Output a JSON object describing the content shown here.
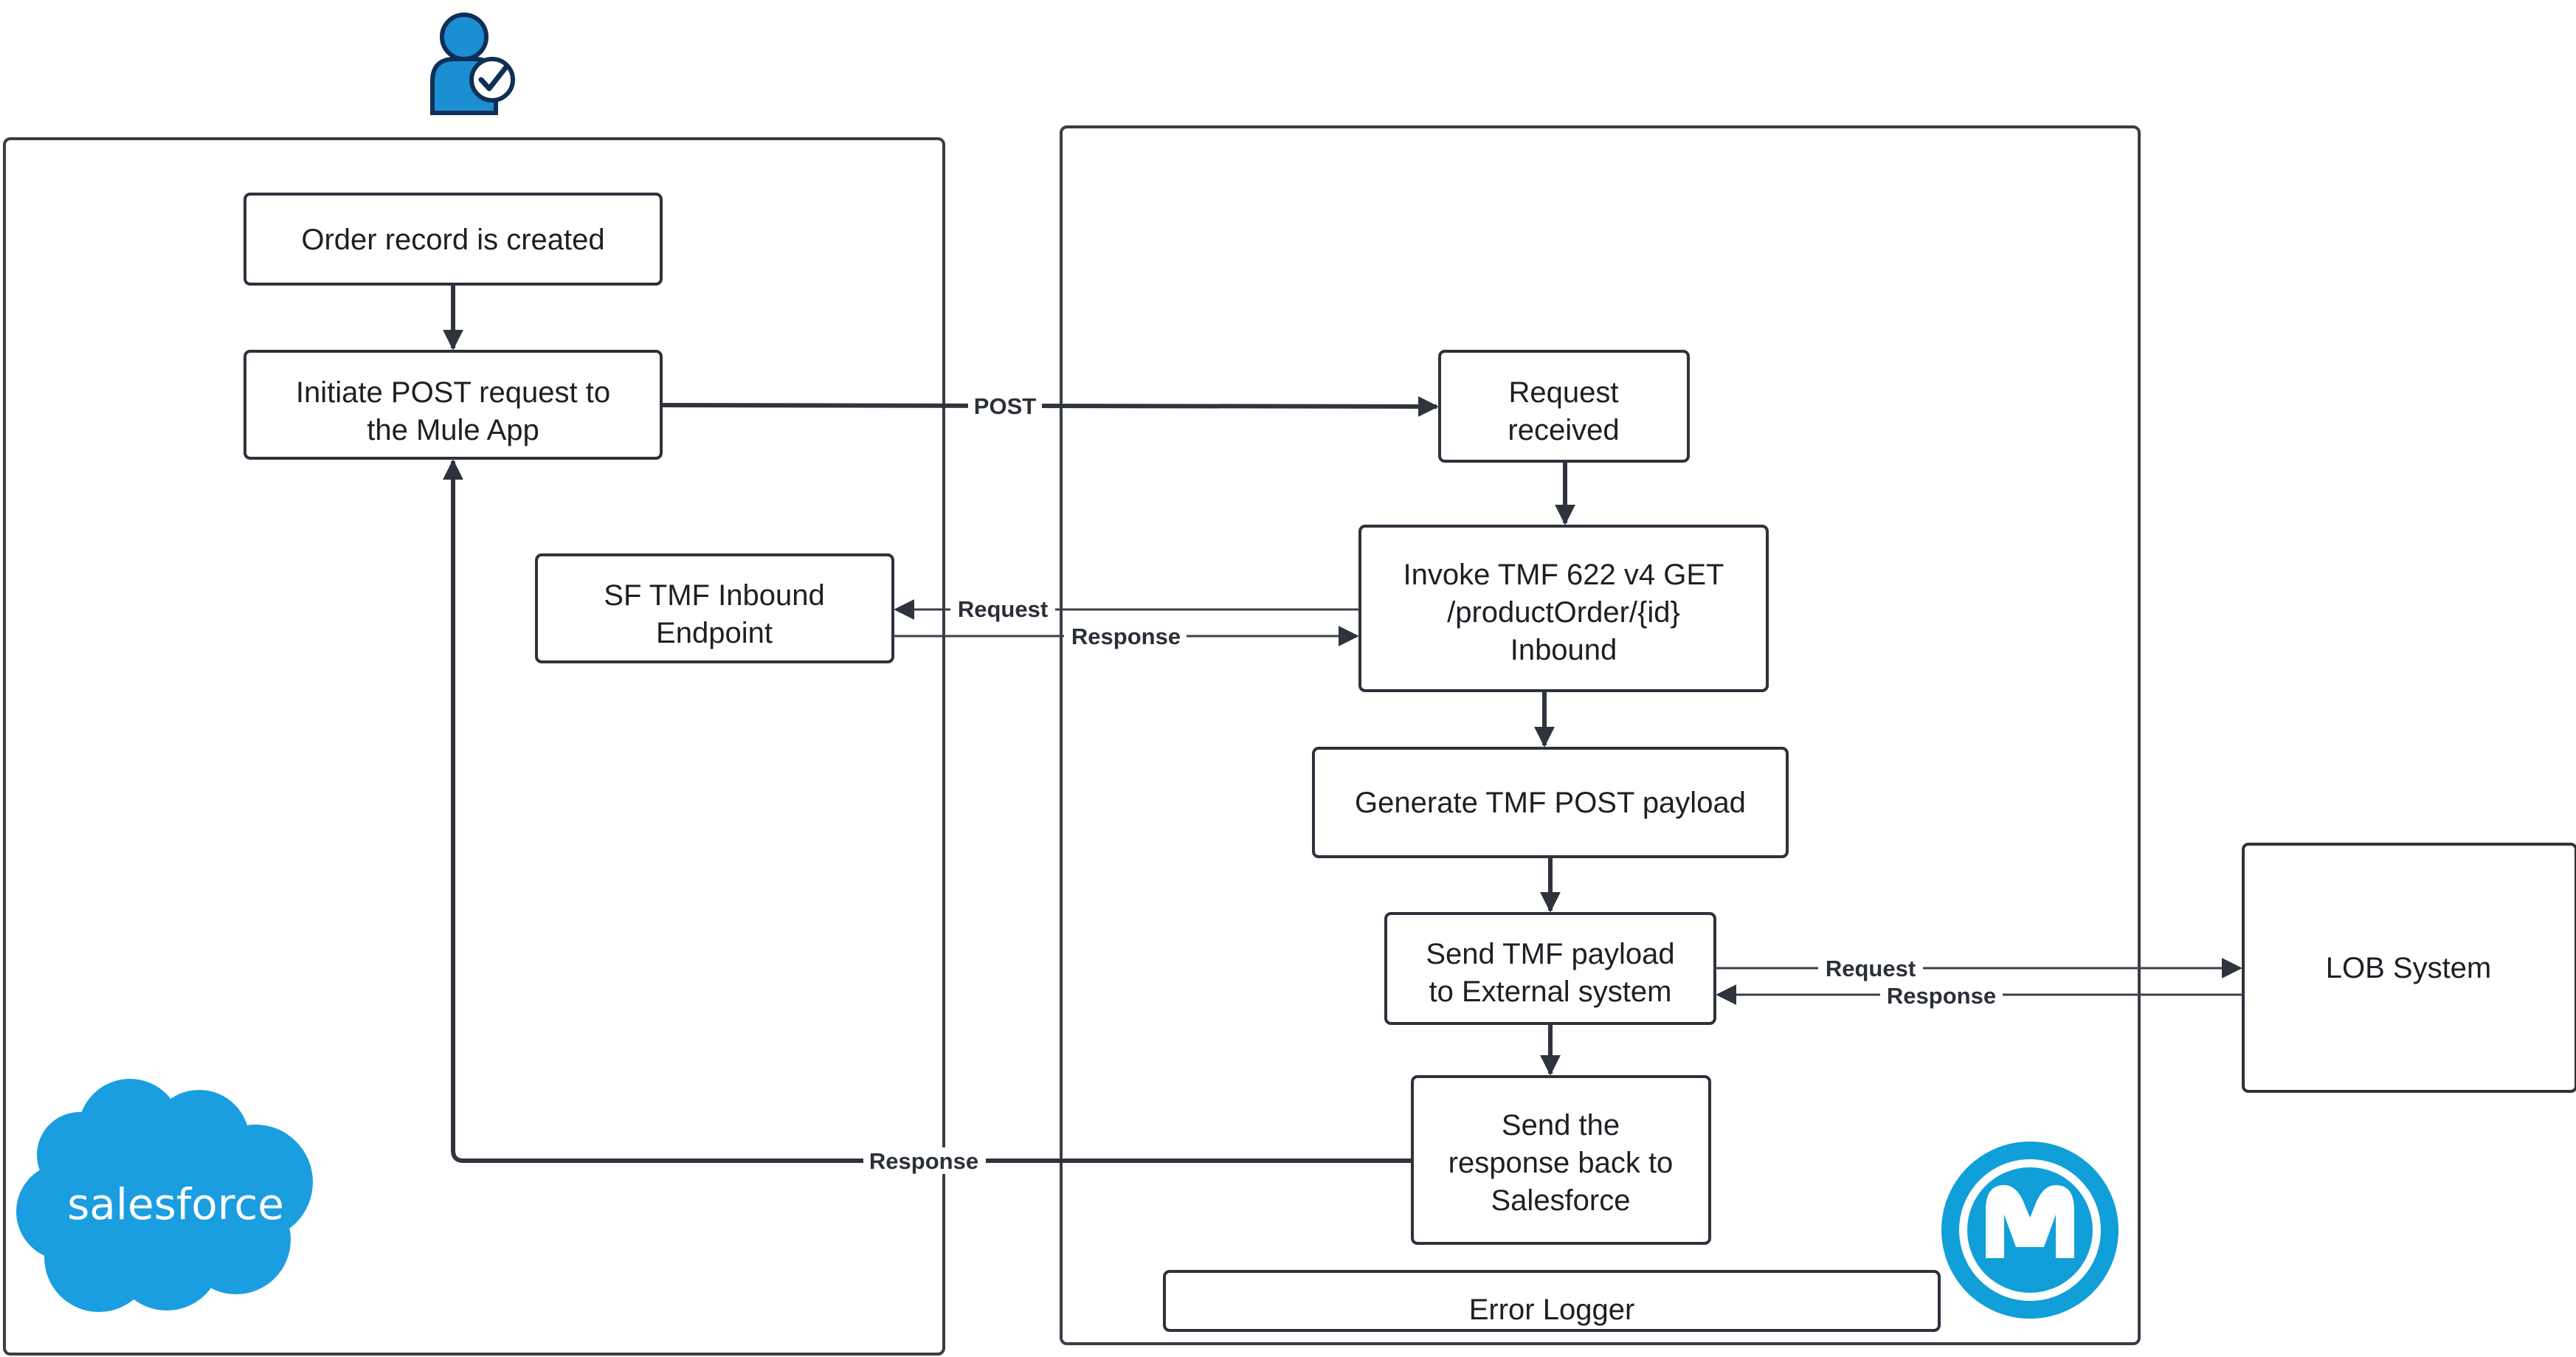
{
  "diagram": {
    "nodes": {
      "order_created": "Order record is created",
      "initiate_post": [
        "Initiate POST request to",
        "the Mule App"
      ],
      "sf_inbound": [
        "SF TMF Inbound",
        "Endpoint"
      ],
      "request_received": [
        "Request",
        "received"
      ],
      "invoke_tmf": [
        "Invoke TMF 622 v4 GET",
        "/productOrder/{id}",
        "Inbound"
      ],
      "generate_payload": "Generate TMF POST payload",
      "send_payload": [
        "Send TMF payload",
        "to External system"
      ],
      "send_response": [
        "Send the",
        "response back to",
        "Salesforce"
      ],
      "error_logger": "Error Logger",
      "lob_system": "LOB System"
    },
    "edges": {
      "post": "POST",
      "request_sf": "Request",
      "response_sf": "Response",
      "request_lob": "Request",
      "response_lob": "Response",
      "response_back": "Response"
    },
    "logos": {
      "salesforce_text": "salesforce",
      "salesforce_color": "#1a9ee0",
      "mulesoft_color": "#109fd8",
      "user_icon_color": "#1b8fd2"
    }
  }
}
